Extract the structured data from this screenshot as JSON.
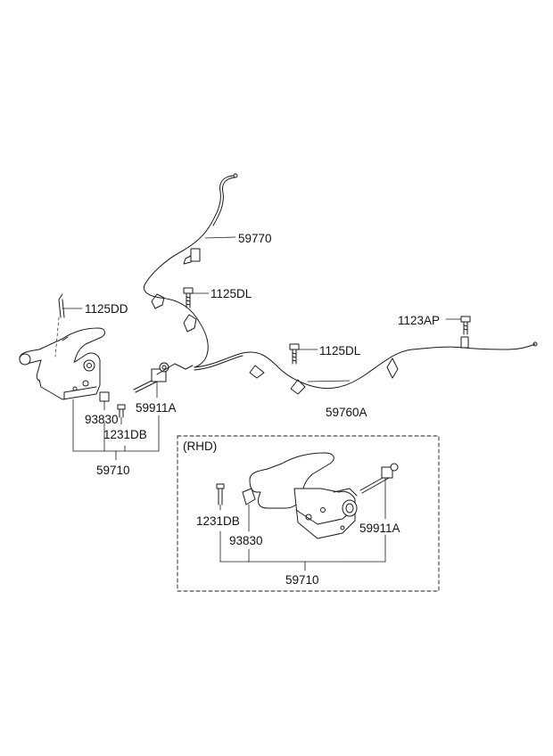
{
  "labels": {
    "p59770": "59770",
    "p1125DL_a": "1125DL",
    "p1125DD": "1125DD",
    "p1123AP": "1123AP",
    "p1125DL_b": "1125DL",
    "p59911A_l": "59911A",
    "p93830_l": "93830",
    "p1231DB_l": "1231DB",
    "p59710_l": "59710",
    "p59760A": "59760A",
    "rhd": "(RHD)",
    "p1231DB_r": "1231DB",
    "p93830_r": "93830",
    "p59911A_r": "59911A",
    "p59710_r": "59710"
  }
}
